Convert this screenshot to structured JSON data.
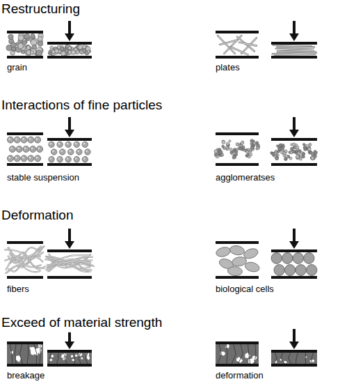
{
  "diagram": {
    "labels": [
      "Restructuring",
      "grain",
      "plates",
      "Interactions of fine particles",
      "stable suspension",
      "agglomeratses",
      "Deformation",
      "fibers",
      "biological cells",
      "Exceed of material strength",
      "breakage",
      "deformation"
    ]
  }
}
